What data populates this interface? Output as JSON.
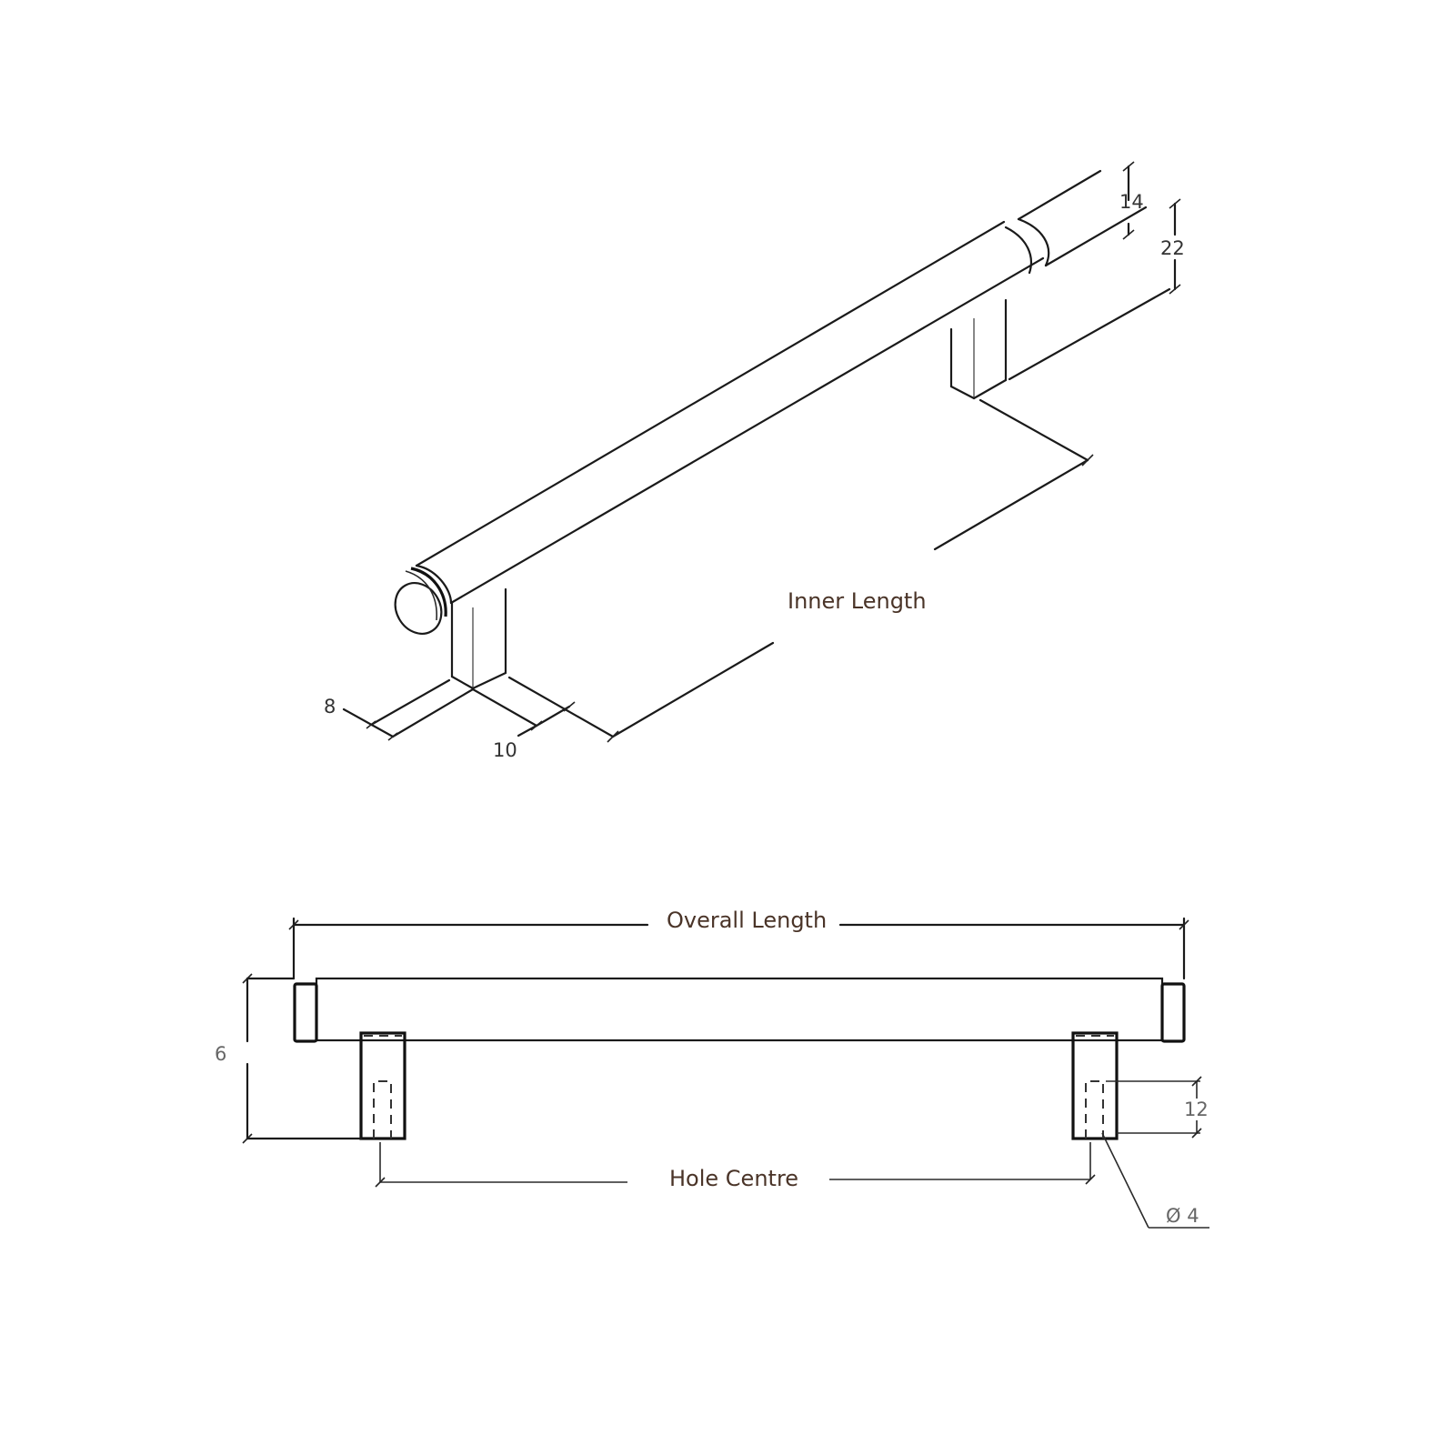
{
  "diagram": {
    "type": "technical drawing",
    "subject": "bar pull handle with end caps and two square posts",
    "views": [
      {
        "name": "isometric",
        "dimensions": {
          "cap_diameter": "14",
          "bar_height": "22",
          "post_depth": "8",
          "post_width": "10",
          "inner_length_label": "Inner Length"
        }
      },
      {
        "name": "front elevation",
        "dimensions": {
          "overall_length_label": "Overall Length",
          "height": "6",
          "hole_depth": "12",
          "hole_centre_label": "Hole Centre",
          "hole_diameter": "Ø 4"
        }
      }
    ]
  },
  "labels": {
    "dim_14": "14",
    "dim_22": "22",
    "dim_8": "8",
    "dim_10": "10",
    "inner_length": "Inner Length",
    "overall_length": "Overall Length",
    "dim_6": "6",
    "dim_12": "12",
    "hole_centre": "Hole Centre",
    "hole_dia": "Ø 4"
  },
  "colors": {
    "line": "#1a1a1a",
    "label_text": "#4a3428",
    "background": "#ffffff"
  }
}
